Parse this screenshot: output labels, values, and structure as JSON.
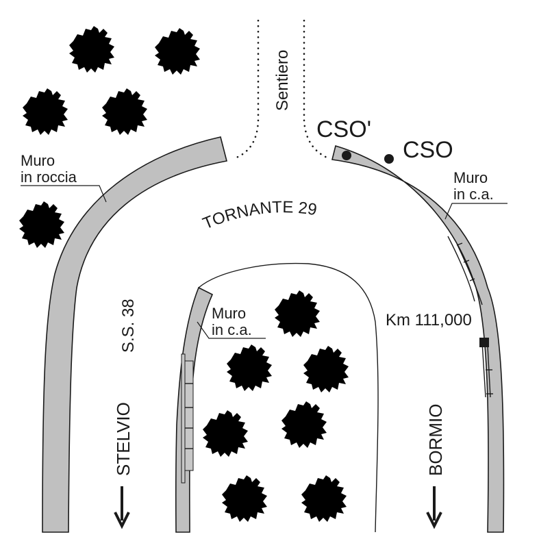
{
  "title": "Tornante 29 site plan",
  "labels": {
    "sentiero": "Sentiero",
    "cso_prime": "CSO'",
    "cso": "CSO",
    "muro_roccia_line1": "Muro",
    "muro_roccia_line2": "in roccia",
    "muro_ca_right_line1": "Muro",
    "muro_ca_right_line2": "in c.a.",
    "muro_ca_mid_line1": "Muro",
    "muro_ca_mid_line2": "in c.a.",
    "tornante": "TORNANTE 29",
    "road": "S.S. 38",
    "km": "Km 111,000",
    "stelvio": "STELVIO",
    "bormio": "BORMIO"
  },
  "colors": {
    "wall_fill": "#c0c0c0",
    "tree_stroke": "#4aad4a",
    "ink": "#1a1a1a"
  },
  "trees": [
    {
      "name": "tree-nw-1"
    },
    {
      "name": "tree-nw-2"
    },
    {
      "name": "tree-nw-3"
    },
    {
      "name": "tree-nw-4"
    },
    {
      "name": "tree-w-5"
    },
    {
      "name": "tree-inner-1"
    },
    {
      "name": "tree-inner-2"
    },
    {
      "name": "tree-inner-3"
    },
    {
      "name": "tree-inner-4"
    },
    {
      "name": "tree-inner-5"
    },
    {
      "name": "tree-inner-6"
    },
    {
      "name": "tree-inner-7"
    }
  ],
  "markers": [
    {
      "name": "cso-prime-marker",
      "label": "CSO'"
    },
    {
      "name": "cso-marker",
      "label": "CSO"
    }
  ]
}
